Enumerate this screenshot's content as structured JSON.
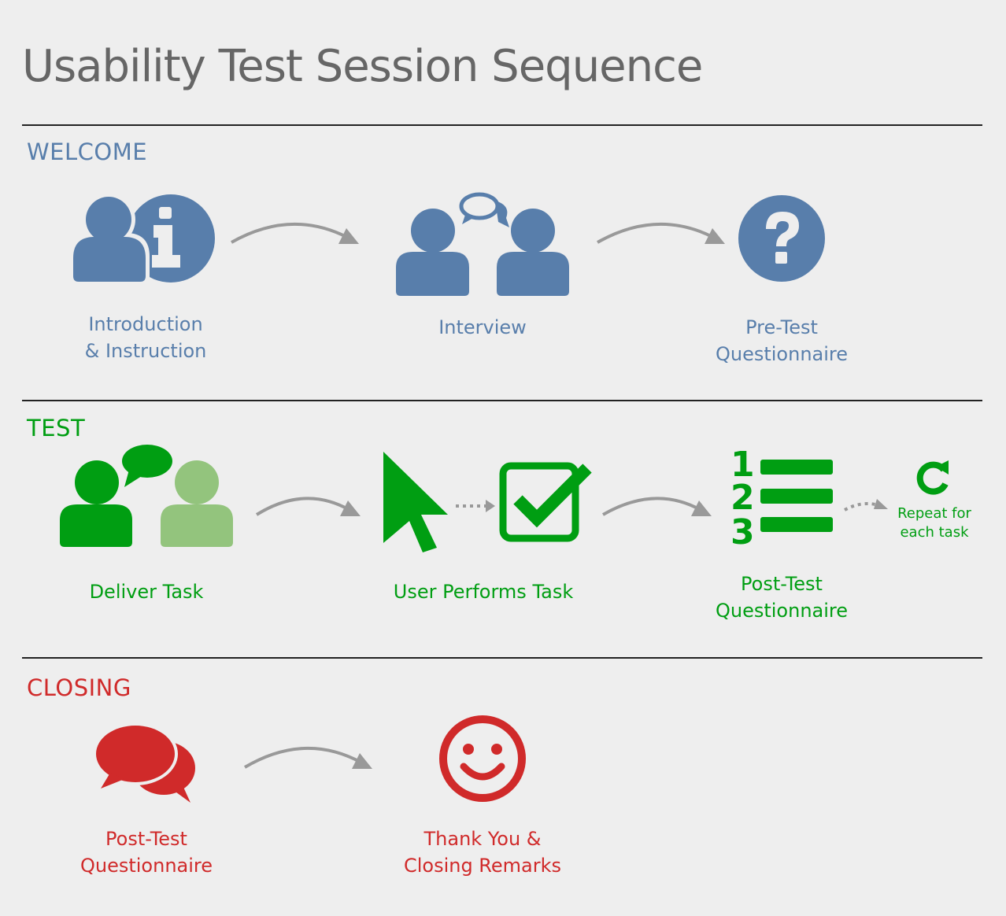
{
  "title": "Usability Test Session Sequence",
  "colors": {
    "welcome": "#587eab",
    "test": "#009e12",
    "test_light": "#93c47d",
    "closing": "#d02a2a",
    "arrow": "#999999",
    "background": "#eeeeee"
  },
  "sections": {
    "welcome": {
      "heading": "WELCOME",
      "steps": [
        {
          "line1": "Introduction",
          "line2": "& Instruction",
          "icon": "user-info-icon"
        },
        {
          "line1": "Interview",
          "icon": "two-users-chat-icon"
        },
        {
          "line1": "Pre-Test",
          "line2": "Questionnaire",
          "icon": "question-circle-icon"
        }
      ]
    },
    "test": {
      "heading": "TEST",
      "steps": [
        {
          "line1": "Deliver Task",
          "icon": "users-speech-icon"
        },
        {
          "line1": "User Performs Task",
          "icon": "cursor-checkbox-icon"
        },
        {
          "line1": "Post-Test",
          "line2": "Questionnaire",
          "icon": "numbered-list-icon"
        }
      ],
      "repeat": {
        "line1": "Repeat for",
        "line2": "each task",
        "icon": "refresh-icon"
      }
    },
    "closing": {
      "heading": "CLOSING",
      "steps": [
        {
          "line1": "Post-Test",
          "line2": "Questionnaire",
          "icon": "speech-bubbles-icon"
        },
        {
          "line1": "Thank You &",
          "line2": "Closing Remarks",
          "icon": "smiley-icon"
        }
      ]
    }
  }
}
